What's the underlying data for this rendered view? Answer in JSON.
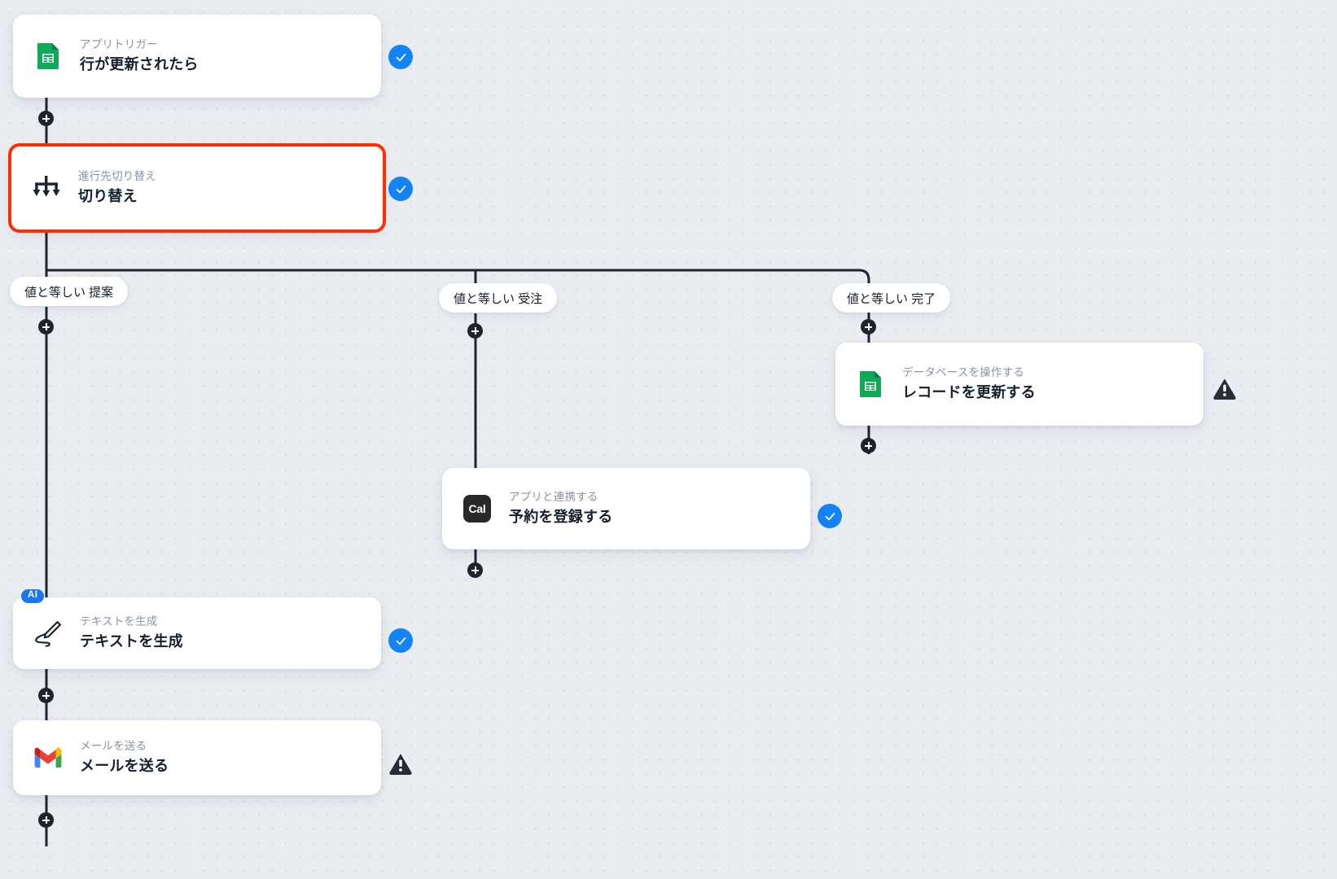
{
  "canvas": {
    "background_color": "#e9ecf1",
    "dot_color": "#d6dae1",
    "edge_color": "#1d2430",
    "accent_blue": "#1483f5",
    "selection_color": "#ff2d00",
    "warning_color": "#252c3a"
  },
  "nodes": [
    {
      "id": "trigger",
      "icon": "google-sheets-icon",
      "subtitle": "アプリトリガー",
      "title": "行が更新されたら",
      "status": "ok",
      "selected": false,
      "ai": false
    },
    {
      "id": "switch",
      "icon": "branch-switch-icon",
      "subtitle": "進行先切り替え",
      "title": "切り替え",
      "status": "ok",
      "selected": true,
      "ai": false
    },
    {
      "id": "update-record",
      "icon": "google-sheets-icon",
      "subtitle": "データベースを操作する",
      "title": "レコードを更新する",
      "status": "warn",
      "selected": false,
      "ai": false
    },
    {
      "id": "cal-booking",
      "icon": "cal-icon",
      "subtitle": "アプリと連携する",
      "title": "予約を登録する",
      "status": "ok",
      "selected": false,
      "ai": false
    },
    {
      "id": "generate-text",
      "icon": "ai-pen-icon",
      "subtitle": "テキストを生成",
      "title": "テキストを生成",
      "status": "ok",
      "selected": false,
      "ai": true,
      "ai_label": "AI"
    },
    {
      "id": "send-mail",
      "icon": "gmail-icon",
      "subtitle": "メールを送る",
      "title": "メールを送る",
      "status": "warn",
      "selected": false,
      "ai": false
    }
  ],
  "branches": [
    {
      "id": "branch-proposal",
      "label": "値と等しい 提案"
    },
    {
      "id": "branch-order",
      "label": "値と等しい 受注"
    },
    {
      "id": "branch-done",
      "label": "値と等しい 完了"
    }
  ],
  "add_buttons": [
    {
      "id": "add-after-trigger"
    },
    {
      "id": "add-branch-proposal"
    },
    {
      "id": "add-branch-order"
    },
    {
      "id": "add-branch-done"
    },
    {
      "id": "add-after-update-record"
    },
    {
      "id": "add-after-cal-booking"
    },
    {
      "id": "add-after-generate-text"
    },
    {
      "id": "add-after-send-mail"
    }
  ]
}
